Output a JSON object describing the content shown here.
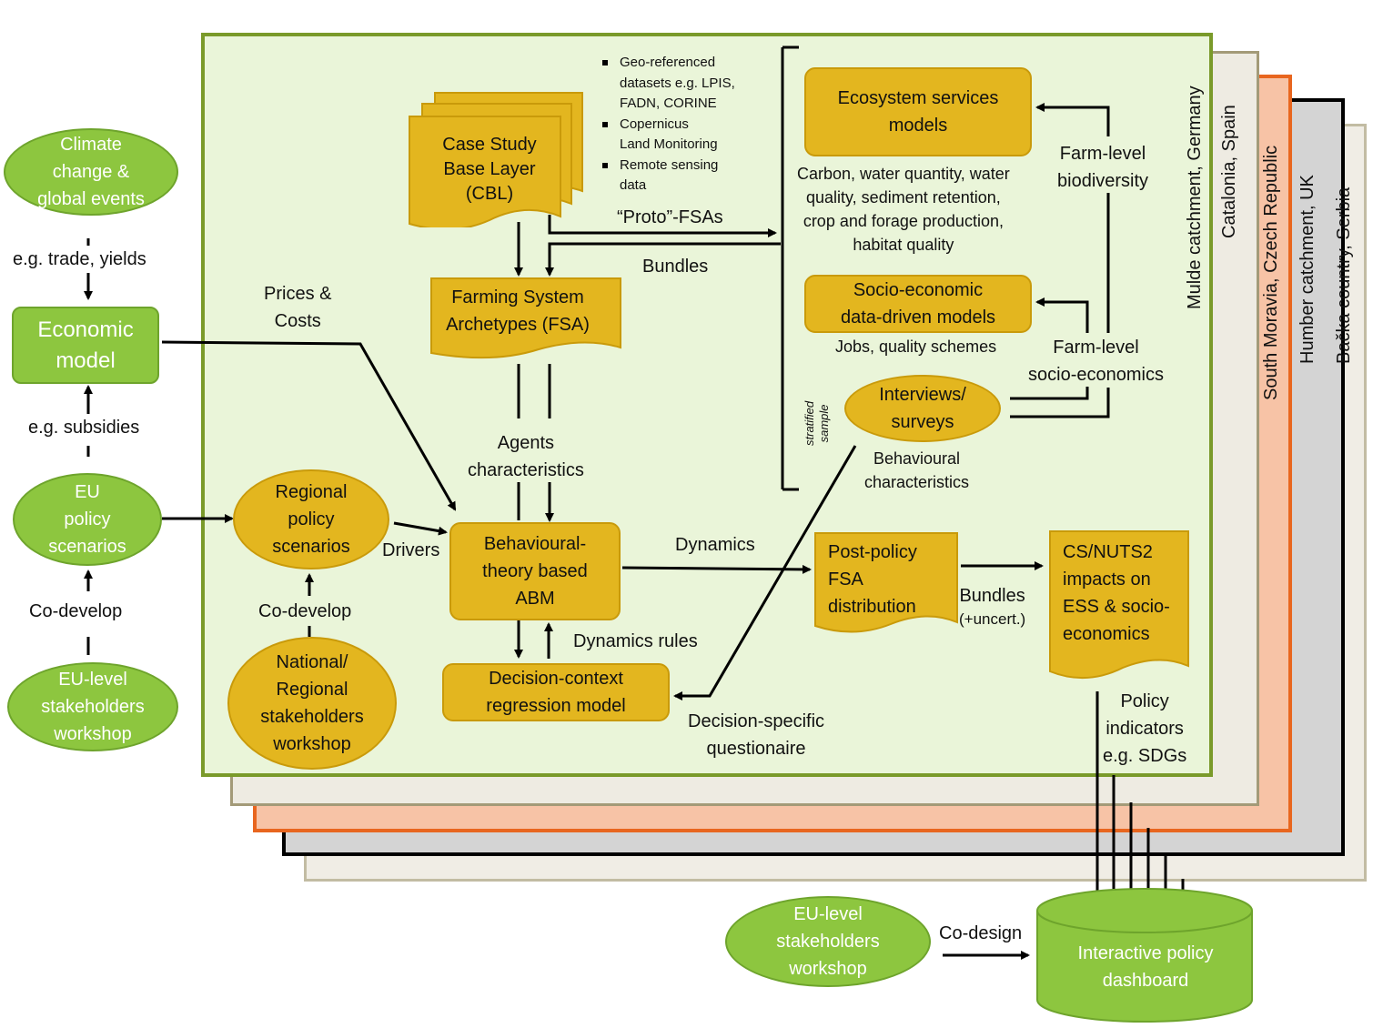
{
  "case_studies": {
    "mulde": "Mulde catchment, Germany",
    "catalonia": "Catalonia, Spain",
    "moravia": "South Moravia, Czech Republic",
    "humber": "Humber catchment, UK",
    "backa": "Bačka country, Serbia"
  },
  "left_column": {
    "climate": [
      "Climate",
      "change &",
      "global events"
    ],
    "trade_label": "e.g. trade, yields",
    "economic_model": [
      "Economic",
      "model"
    ],
    "subsidies_label": "e.g. subsidies",
    "eu_policy": [
      "EU",
      "policy",
      "scenarios"
    ],
    "codevelop_left": "Co-develop",
    "eu_workshop": [
      "EU-level",
      "stakeholders",
      "workshop"
    ]
  },
  "main": {
    "cbl": [
      "Case Study",
      "Base Layer",
      "(CBL)"
    ],
    "datasets": [
      "Geo-referenced",
      "datasets e.g. LPIS,",
      "FADN, CORINE",
      "Copernicus",
      "Land Monitoring",
      "Remote sensing",
      "data"
    ],
    "proto_fsas": "“Proto”-FSAs",
    "bundles_top": "Bundles",
    "fsa": [
      "Farming System",
      "Archetypes (FSA)"
    ],
    "prices": [
      "Prices &",
      "Costs"
    ],
    "agents": [
      "Agents",
      "characteristics"
    ],
    "regional_policy": [
      "Regional",
      "policy",
      "scenarios"
    ],
    "drivers": "Drivers",
    "codevelop_mid": "Co-develop",
    "national_workshop": [
      "National/",
      "Regional",
      "stakeholders",
      "workshop"
    ],
    "abm": [
      "Behavioural-",
      "theory based",
      "ABM"
    ],
    "dynamics": "Dynamics",
    "dynamics_rules": "Dynamics rules",
    "decision_context": [
      "Decision-context",
      "regression model"
    ],
    "decision_specific": [
      "Decision-specific",
      "questionaire"
    ],
    "ess_models": [
      "Ecosystem services",
      "models"
    ],
    "ess_details": [
      "Carbon, water quantity, water",
      "quality, sediment retention,",
      "crop and forage production,",
      "habitat quality"
    ],
    "farm_biodiversity": [
      "Farm-level",
      "biodiversity"
    ],
    "socio_models": [
      "Socio-economic",
      "data-driven models"
    ],
    "jobs": "Jobs, quality schemes",
    "farm_socio": [
      "Farm-level",
      "socio-economics"
    ],
    "stratified": [
      "stratified",
      "sample"
    ],
    "interviews": [
      "Interviews/",
      "surveys"
    ],
    "behavioural_chars": [
      "Behavioural",
      "characteristics"
    ],
    "post_policy": [
      "Post-policy",
      "FSA",
      "distribution"
    ],
    "bundles_uncert": [
      "Bundles",
      "(+uncert.)"
    ],
    "impacts": [
      "CS/NUTS2",
      "impacts on",
      "ESS & socio-",
      "economics"
    ]
  },
  "bottom": {
    "policy_indicators": [
      "Policy",
      "indicators",
      "e.g. SDGs"
    ],
    "eu_workshop_bottom": [
      "EU-level",
      "stakeholders",
      "workshop"
    ],
    "codesign": "Co-design",
    "dashboard": [
      "Interactive policy",
      "dashboard"
    ]
  },
  "colors": {
    "main_border": "#7a9a2a",
    "main_fill": "#eaf5d9",
    "gold": "#e3b61f",
    "green": "#8dc63f",
    "orange_border": "#e8661f",
    "orange_fill": "#f7c3a6",
    "tan_border": "#a39a78",
    "tan_fill": "#eeebe2"
  }
}
